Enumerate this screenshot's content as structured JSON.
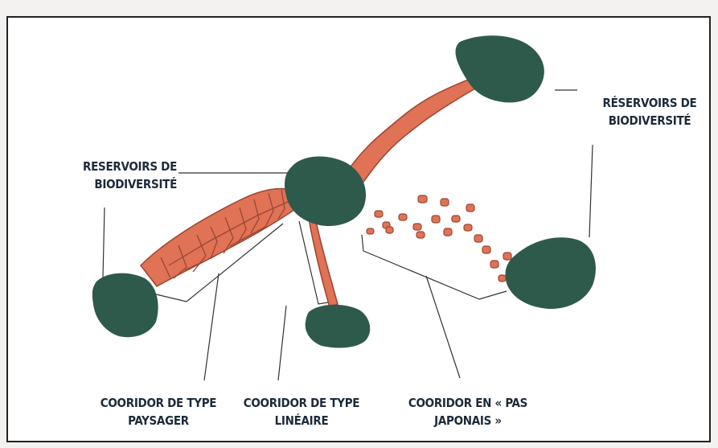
{
  "colors": {
    "reservoir": "#2e5a4c",
    "corridor": "#e07255",
    "corridor_outline": "#9a4632",
    "leader_line": "#333333",
    "label_text": "#1c2b3a"
  },
  "labels": {
    "reservoir_top_right": "RÉSERVOIRS DE\nBIODIVERSITÉ",
    "reservoir_center": "RESERVOIRS DE\nBIODIVERSITÉ",
    "corridor_landscape": "COORIDOR DE TYPE\nPAYSAGER",
    "corridor_linear": "COORIDOR DE TYPE\nLINÉAIRE",
    "corridor_stepping_stones": "COORIDOR EN « PAS\nJAPONAIS »"
  }
}
